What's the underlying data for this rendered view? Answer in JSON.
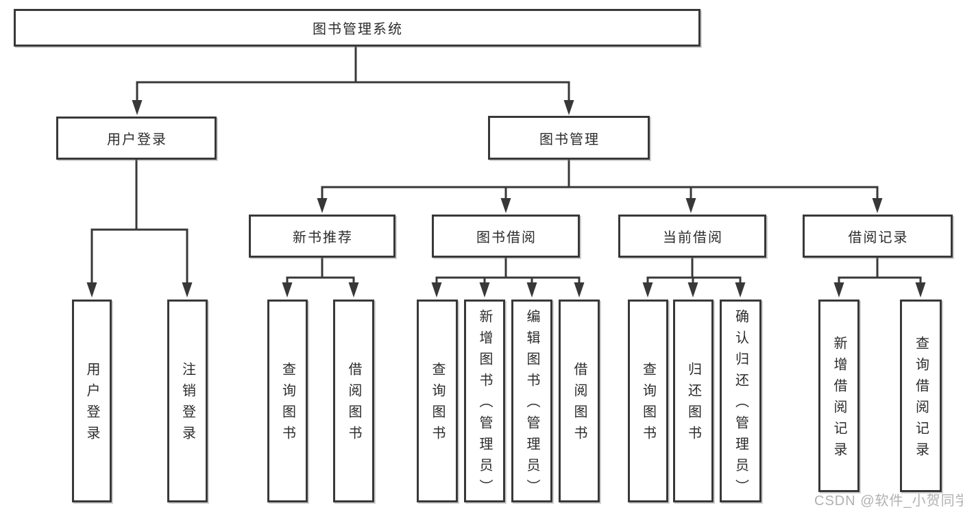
{
  "tree": {
    "root": "图书管理系统",
    "level2": {
      "user_login": "用户登录",
      "book_management": "图书管理"
    },
    "level3": {
      "new_book_recommend": "新书推荐",
      "book_borrow": "图书借阅",
      "current_borrow": "当前借阅",
      "borrow_records": "借阅记录"
    },
    "leaves": {
      "user_login": "用户登录",
      "logout": "注销登录",
      "query_books_1": "查询图书",
      "borrow_books_1": "借阅图书",
      "query_books_2": "查询图书",
      "add_books_admin": "新增图书（管理员）",
      "edit_books_admin": "编辑图书（管理员）",
      "borrow_books_2": "借阅图书",
      "query_books_3": "查询图书",
      "return_books": "归还图书",
      "confirm_return_admin": "确认归还（管理员）",
      "add_borrow_record": "新增借阅记录",
      "query_borrow_record": "查询借阅记录"
    }
  },
  "watermark": {
    "text": "CSDN @软件_小贺同学"
  },
  "colors": {
    "line": "#383838",
    "text": "#2c2c2c",
    "box_background": "#ffffff",
    "watermark": "#969696"
  }
}
